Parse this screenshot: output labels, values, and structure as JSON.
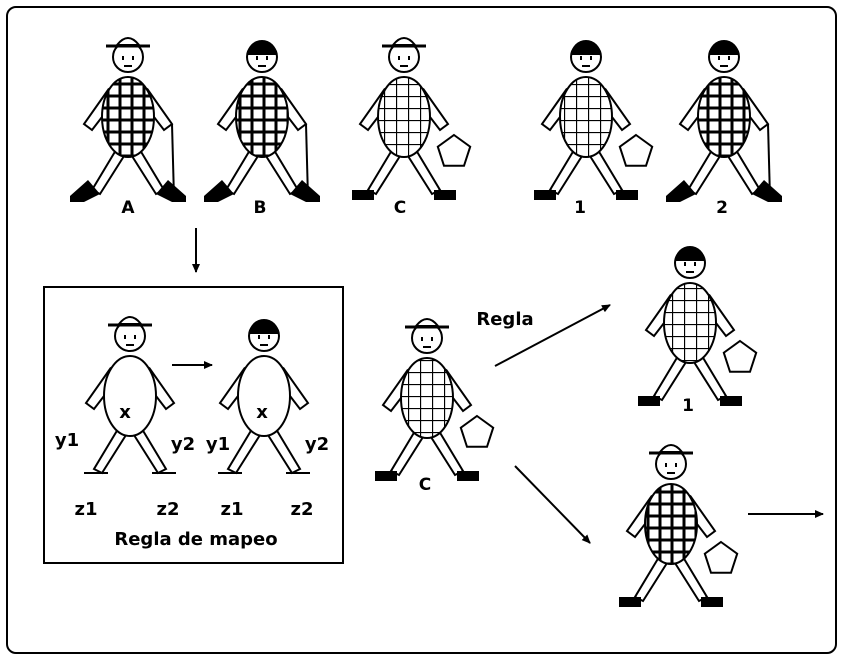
{
  "figure": {
    "top_row_labels": [
      "A",
      "B",
      "C",
      "1",
      "2"
    ],
    "box": {
      "caption": "Regla de mapeo",
      "torso_mark": "x",
      "labels": {
        "y1": "y1",
        "y2": "y2",
        "z1": "z1",
        "z2": "z2"
      }
    },
    "middle_label": "C",
    "rule_label": "Regla",
    "result_label": "1"
  }
}
